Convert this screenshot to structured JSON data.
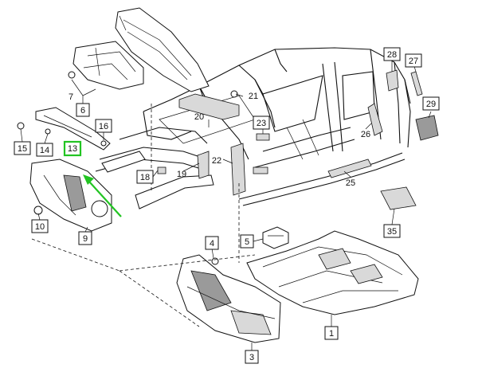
{
  "callouts": [
    {
      "id": "c1",
      "text": "1"
    },
    {
      "id": "c3",
      "text": "3"
    },
    {
      "id": "c4",
      "text": "4"
    },
    {
      "id": "c5",
      "text": "5"
    },
    {
      "id": "c6",
      "text": "6"
    },
    {
      "id": "c7",
      "text": "7"
    },
    {
      "id": "c9",
      "text": "9"
    },
    {
      "id": "c10",
      "text": "10"
    },
    {
      "id": "c13",
      "text": "13"
    },
    {
      "id": "c14",
      "text": "14"
    },
    {
      "id": "c15",
      "text": "15"
    },
    {
      "id": "c16",
      "text": "16"
    },
    {
      "id": "c18",
      "text": "18"
    },
    {
      "id": "c19",
      "text": "19"
    },
    {
      "id": "c20",
      "text": "20"
    },
    {
      "id": "c21",
      "text": "21"
    },
    {
      "id": "c22",
      "text": "22"
    },
    {
      "id": "c23",
      "text": "23"
    },
    {
      "id": "c25",
      "text": "25"
    },
    {
      "id": "c26",
      "text": "26"
    },
    {
      "id": "c27",
      "text": "27"
    },
    {
      "id": "c28",
      "text": "28"
    },
    {
      "id": "c29",
      "text": "29"
    },
    {
      "id": "c35",
      "text": "35"
    }
  ],
  "highlight": {
    "part": "13",
    "color": "#22c422"
  },
  "colors": {
    "line": "#111111",
    "shade": "#d9d9d9",
    "highlight": "#22c422"
  }
}
